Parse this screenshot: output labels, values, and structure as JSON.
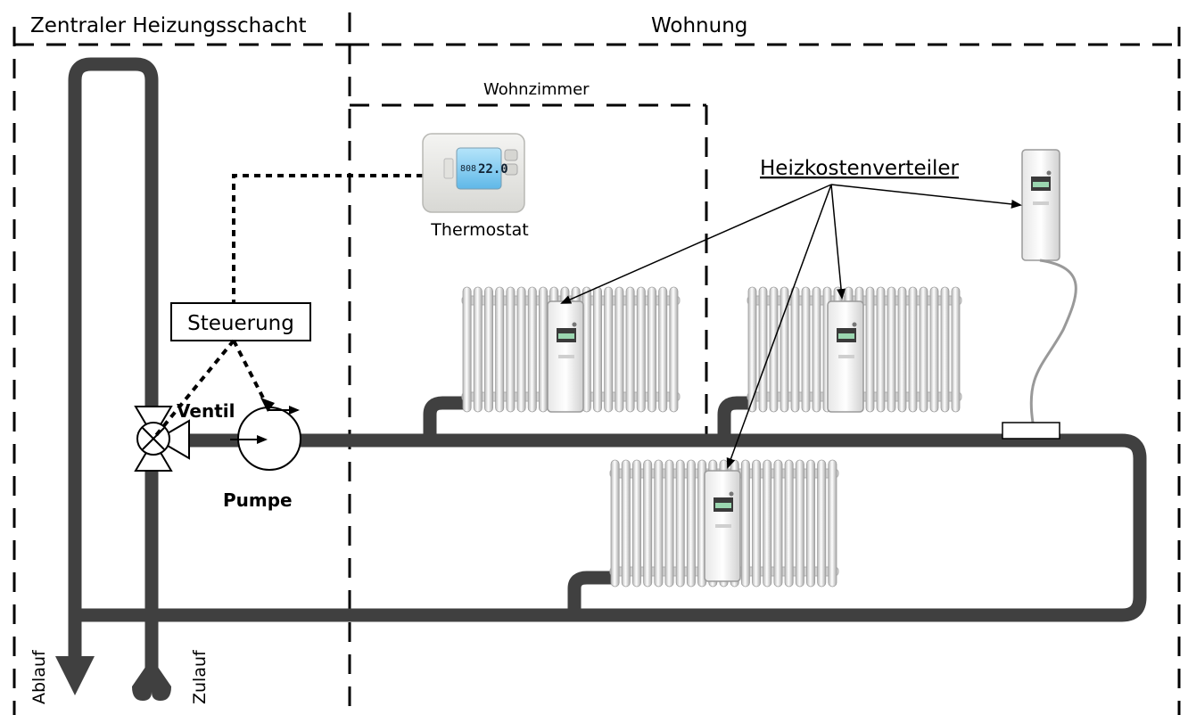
{
  "zones": {
    "shaft": "Zentraler Heizungsschacht",
    "apartment": "Wohnung",
    "living_room": "Wohnzimmer"
  },
  "devices": {
    "thermostat": "Thermostat",
    "thermostat_display": "22.0",
    "thermostat_display_small": "808",
    "control": "Steuerung",
    "valve": "Ventil",
    "pump": "Pumpe",
    "cost_allocator": "Heizkostenverteiler"
  },
  "pipes": {
    "return": "Ablauf",
    "supply": "Zulauf"
  },
  "colors": {
    "pipe": "#404040",
    "radiator_fin": "#dcdcdc",
    "thermostat_screen": "#8fd3f5"
  }
}
